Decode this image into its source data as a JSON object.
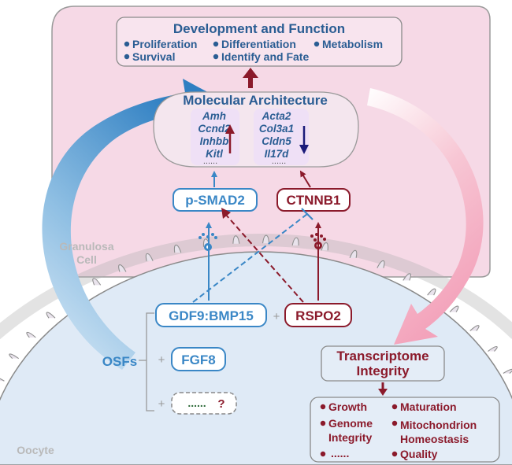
{
  "development": {
    "title": "Development and Function",
    "items": [
      "Proliferation",
      "Differentiation",
      "Metabolism",
      "Survival",
      "Identify and Fate"
    ]
  },
  "molecular": {
    "title": "Molecular Architecture",
    "up_genes": [
      "Amh",
      "Ccnd2",
      "Inhbb",
      "Kitl"
    ],
    "down_genes": [
      "Acta2",
      "Col3a1",
      "Cldn5",
      "Il17d"
    ],
    "ellipsis": "......"
  },
  "signals": {
    "psmad2": "p-SMAD2",
    "ctnnb1": "CTNNB1"
  },
  "cells": {
    "granulosa_line1": "Granulosa",
    "granulosa_line2": "Cell",
    "oocyte": "Oocyte"
  },
  "factors": {
    "osfs": "OSFs",
    "gdf9": "GDF9:BMP15",
    "rspo2": "RSPO2",
    "fgf8": "FGF8",
    "unknown_dots": "......",
    "unknown_q": "?",
    "plus": "+"
  },
  "transcriptome": {
    "title_line1": "Transcriptome",
    "title_line2": "Integrity",
    "items_left": [
      "Growth",
      "Genome",
      "Integrity",
      "......"
    ],
    "items_right": [
      "Maturation",
      "Mitochondrion",
      "Homeostasis",
      "Quality"
    ]
  },
  "colors": {
    "blue": "#3a87c6",
    "red": "#8b1a2b",
    "navy": "#1b1b7a",
    "granulosa_fill": "#f6d9e6",
    "oocyte_fill": "#dfeaf6"
  }
}
